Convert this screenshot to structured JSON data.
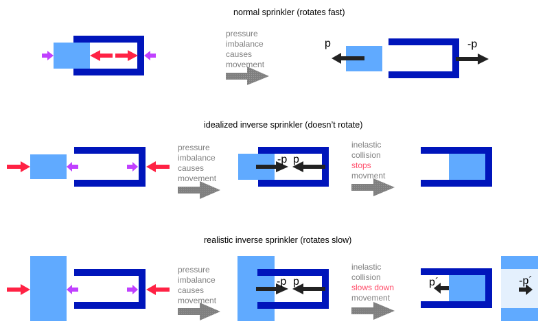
{
  "colors": {
    "tube": "#0015bb",
    "water": "#60aaff",
    "water_light": "#e4f0fd",
    "pressure_arrow": "#ff2244",
    "small_arrow": "#c040ff",
    "momentum_arrow": "#222222",
    "step_arrow": "#808080",
    "caption_text": "#808080",
    "caption_highlight": "#ff4d6a"
  },
  "rows": [
    {
      "title": "normal sprinkler (rotates fast)",
      "steps": [
        {
          "lines": [
            "pressure",
            "imbalance",
            "causes",
            "movement"
          ],
          "highlight_index": -1
        }
      ],
      "labels": {
        "water_momentum": "p",
        "tube_momentum": "-p"
      }
    },
    {
      "title": "idealized inverse sprinkler  (doesn’t rotate)",
      "steps": [
        {
          "lines": [
            "pressure",
            "imbalance",
            "causes",
            "movement"
          ],
          "highlight_index": -1
        },
        {
          "lines": [
            "inelastic",
            "collision",
            "stops",
            "movment"
          ],
          "highlight_index": 2
        }
      ],
      "labels": {
        "tube_momentum": "-p",
        "water_momentum": "p"
      }
    },
    {
      "title": "realistic inverse sprinkler (rotates slow)",
      "steps": [
        {
          "lines": [
            "pressure",
            "imbalance",
            "causes",
            "movement"
          ],
          "highlight_index": -1
        },
        {
          "lines": [
            "inelastic",
            "collision",
            "slows down",
            "movement"
          ],
          "highlight_index": 2
        }
      ],
      "labels": {
        "tube_momentum": "-p",
        "water_momentum": "p",
        "water_momentum_after": "p´",
        "tube_momentum_after": "-p´"
      }
    }
  ]
}
